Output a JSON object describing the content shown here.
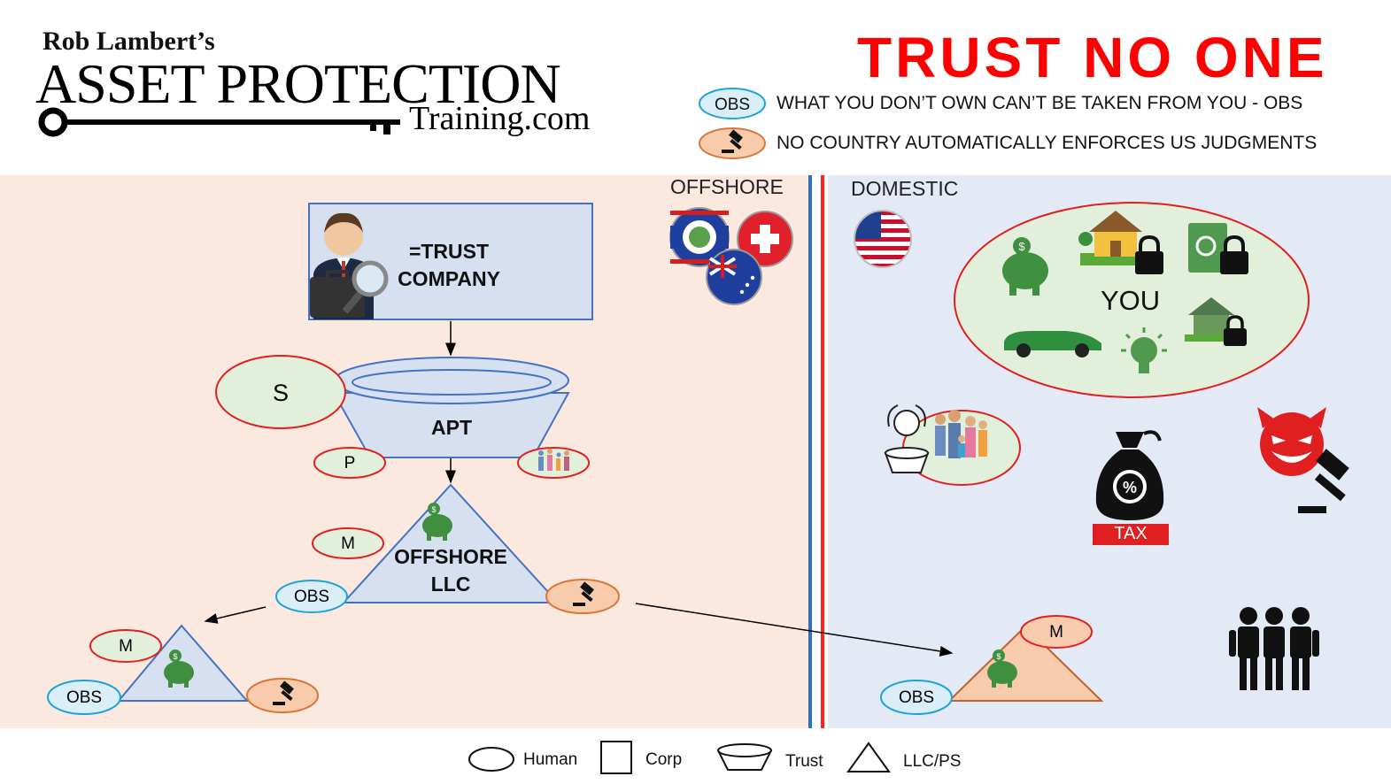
{
  "header": {
    "logo_line1": "Rob Lambert’s",
    "logo_main": "ASSET PROTECTION",
    "logo_sub": "Training.com",
    "headline": "TRUST NO ONE",
    "taglines": [
      {
        "badge": "OBS",
        "text": "WHAT YOU DON’T OWN CAN’T BE TAKEN FROM YOU - OBS"
      },
      {
        "badge": "gavel-icon",
        "text": "NO COUNTRY AUTOMATICALLY ENFORCES US JUDGMENTS"
      }
    ]
  },
  "zones": {
    "offshore_label": "OFFSHORE",
    "domestic_label": "DOMESTIC"
  },
  "offshore": {
    "trust_company_label": "=TRUST COMPANY",
    "trust_company_line1": "=TRUST",
    "trust_company_line2": "COMPANY",
    "settlor_label": "S",
    "apt_label": "APT",
    "protector_label": "P",
    "llc_line1": "OFFSHORE",
    "llc_line2": "LLC",
    "member_label": "M",
    "obs_label": "OBS",
    "sub_member_label": "M",
    "sub_obs_label": "OBS"
  },
  "domestic": {
    "you_label": "YOU",
    "tax_label": "TAX",
    "member_label": "M",
    "obs_label": "OBS"
  },
  "legend": {
    "human": "Human",
    "corp": "Corp",
    "trust": "Trust",
    "llc": "LLC/PS"
  },
  "colors": {
    "headline": "#ff0000",
    "ellipse_stroke": "#e02020",
    "human_fill": "#e2efda",
    "obs_fill": "#daeef8",
    "gavel_fill": "#f8cbad",
    "shape_fill": "#d6e0f0",
    "shape_stroke": "#4472c4",
    "piggy": "#3f8f3f",
    "offshore_bg": "#fbe9e0",
    "domestic_bg": "#e3e9f5"
  }
}
